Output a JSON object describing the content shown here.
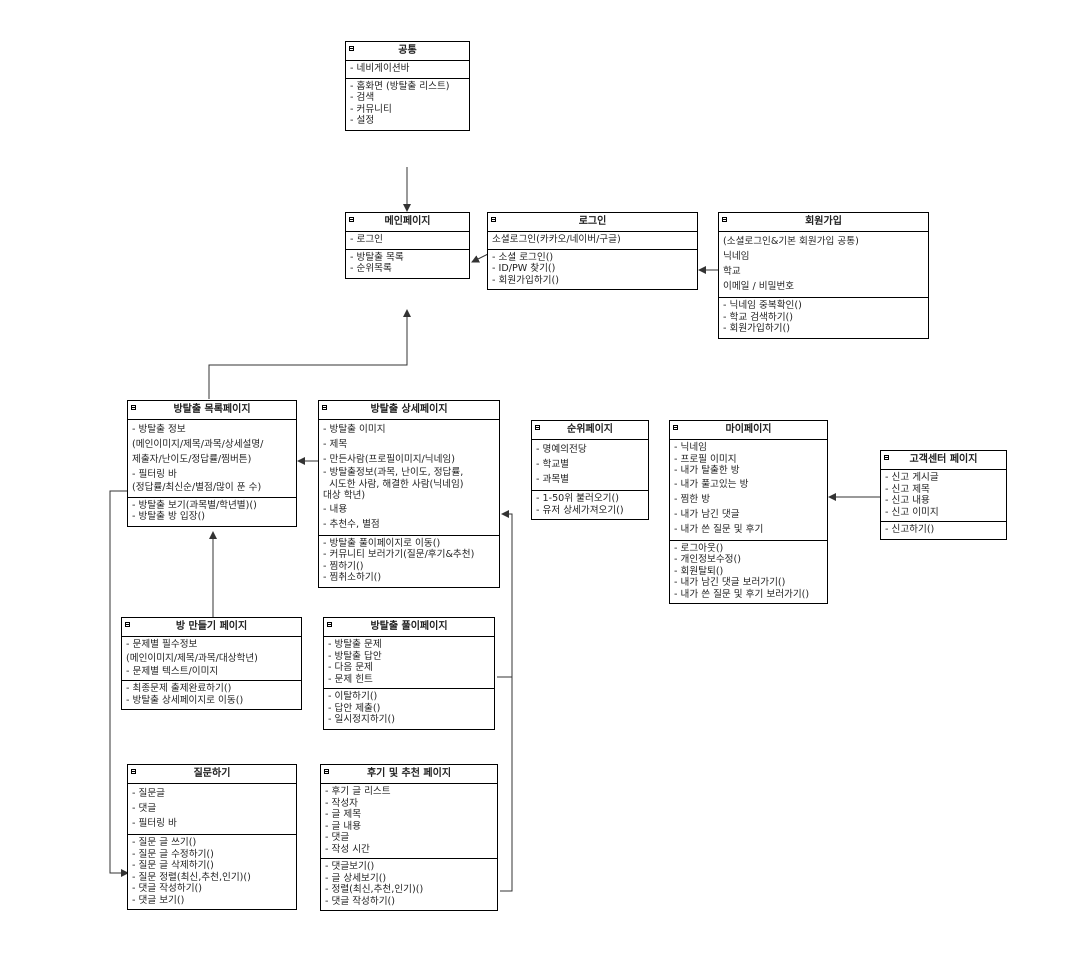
{
  "classes": [
    {
      "id": "common",
      "title": "공통",
      "sections": [
        [
          "- 네비게이션바"
        ],
        [
          "- 홈화면 (방탈출 리스트)",
          "- 검색",
          "- 커뮤니티",
          "- 설정"
        ]
      ]
    },
    {
      "id": "main",
      "title": "메인페이지",
      "sections": [
        [
          "- 로그인"
        ],
        [
          "- 방탈출 목록",
          "- 순위목록"
        ]
      ]
    },
    {
      "id": "login",
      "title": "로그인",
      "sections": [
        [
          "소셜로그인(카카오/네이버/구글)"
        ],
        [
          "- 소셜 로그인()",
          "- ID/PW 찾기()",
          "- 회원가입하기()"
        ]
      ]
    },
    {
      "id": "signup",
      "title": "회원가입",
      "sections": [
        [
          "(소셜로그인&기본 회원가입 공통)",
          "닉네임",
          "학교",
          "이메일 / 비밀번호"
        ],
        [
          "- 닉네임 중복확인()",
          "- 학교 검색하기()",
          "- 회원가입하기()"
        ]
      ]
    },
    {
      "id": "list",
      "title": "방탈출 목록페이지",
      "sections": [
        [
          "- 방탈출 정보",
          "(메인이미지/제목/과목/상세설명/",
          "제출자/난이도/정답률/찜버튼)",
          "- 필터링 바",
          "(정답률/최신순/별점/많이 푼 수)"
        ],
        [
          "- 방탈출 보기(과목별/학년별)()",
          "- 방탈출 방 입장()"
        ]
      ]
    },
    {
      "id": "detail",
      "title": "방탈출 상세페이지",
      "sections": [
        [
          "- 방탈출 이미지",
          "- 제목",
          "- 만든사람(프로필이미지/닉네임)",
          "- 방탈출정보(과목, 난이도, 정답률,",
          "  시도한 사람, 해결한 사람(닉네임)",
          "대상 학년)",
          "- 내용",
          "- 추천수, 별점"
        ],
        [
          "- 방탈출 풀이페이지로 이동()",
          "- 커뮤니티 보러가기(질문/후기&추천)",
          "- 찜하기()",
          "- 찜취소하기()"
        ]
      ]
    },
    {
      "id": "rank",
      "title": "순위페이지",
      "sections": [
        [
          "- 명예의전당",
          "- 학교별",
          "- 과목별"
        ],
        [
          "- 1-50위 불러오기()",
          "- 유저 상세가져오기()"
        ]
      ]
    },
    {
      "id": "mypage",
      "title": "마이페이지",
      "sections": [
        [
          "- 닉네임",
          "- 프로필 이미지",
          "- 내가 탈출한 방",
          "- 내가 풀고있는 방",
          "- 찜한 방",
          "- 내가 남긴 댓글",
          "- 내가 쓴 질문 및 후기"
        ],
        [
          "- 로그아웃()",
          "- 개인정보수정()",
          "- 회원탈퇴()",
          "- 내가 남긴 댓글 보러가기()",
          "- 내가 쓴 질문 및 후기 보러가기()"
        ]
      ]
    },
    {
      "id": "cs",
      "title": "고객센터 페이지",
      "sections": [
        [
          "- 신고 게시글",
          "- 신고 제목",
          "- 신고 내용",
          "- 신고 이미지"
        ],
        [
          "- 신고하기()"
        ]
      ]
    },
    {
      "id": "make",
      "title": "방 만들기 페이지",
      "sections": [
        [
          "- 문제별 필수정보",
          "(메인이미지/제목/과목/대상학년)",
          "- 문제별 텍스트/이미지"
        ],
        [
          "- 최종문제 출제완료하기()",
          "- 방탈출 상세페이지로 이동()"
        ]
      ]
    },
    {
      "id": "solve",
      "title": "방탈출 풀이페이지",
      "sections": [
        [
          "- 방탈출 문제",
          "- 방탈출 답안",
          "- 다음 문제",
          "- 문제 힌트"
        ],
        [
          "- 이탈하기()",
          "- 답안 제출()",
          "- 일시정지하기()"
        ]
      ]
    },
    {
      "id": "question",
      "title": "질문하기",
      "sections": [
        [
          "- 질문글",
          "- 댓글",
          "- 필터링 바"
        ],
        [
          "- 질문 글 쓰기()",
          "- 질문 글 수정하기()",
          "- 질문 글 삭제하기()",
          "- 질문 정렬(최신,추천,인기)()",
          "- 댓글 작성하기()",
          "- 댓글 보기()"
        ]
      ]
    },
    {
      "id": "review",
      "title": "후기 및 추천 페이지",
      "sections": [
        [
          "- 후기 글 리스트",
          "- 작성자",
          "- 글 제목",
          "- 글 내용",
          "- 댓글",
          "- 작성 시간"
        ],
        [
          "- 댓글보기()",
          "- 글 상세보기()",
          "- 정렬(최신,추천,인기)()",
          "- 댓글 작성하기()"
        ]
      ]
    }
  ]
}
